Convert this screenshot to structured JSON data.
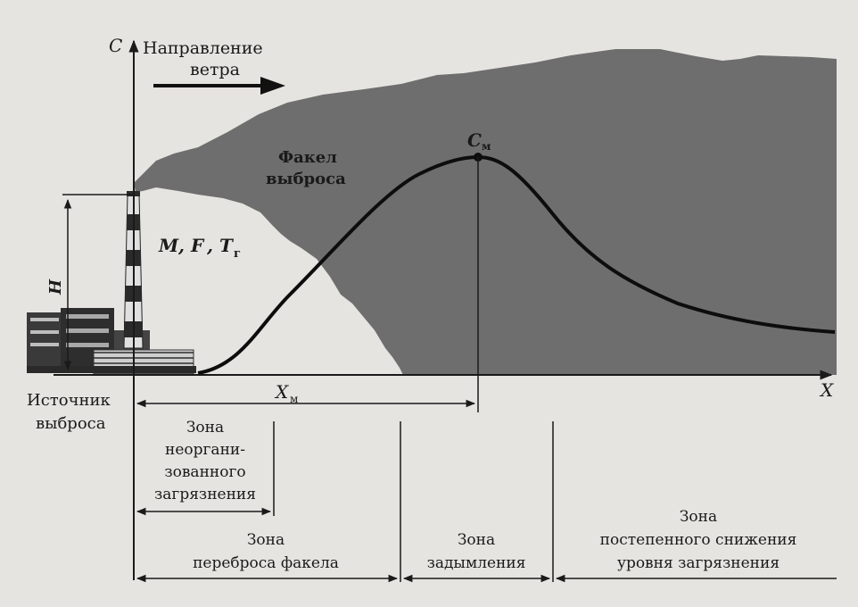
{
  "axes": {
    "y_label": "C",
    "x_label": "X"
  },
  "wind": {
    "line1": "Направление",
    "line2": "ветра"
  },
  "plume": {
    "line1": "Факел",
    "line2": "выброса"
  },
  "params": {
    "m": "M",
    "f": "F",
    "t": "T",
    "t_sub": "г"
  },
  "height_label": "H",
  "peak": {
    "label": "C",
    "sub": "м"
  },
  "distance": {
    "label": "X",
    "sub": "м"
  },
  "source": {
    "line1": "Источник",
    "line2": "выброса"
  },
  "zones": {
    "unorganized": [
      "Зона",
      "неоргани-",
      "зованного",
      "загрязнения"
    ],
    "transfer": [
      "Зона",
      "переброса факела"
    ],
    "smoke": [
      "Зона",
      "задымления"
    ],
    "decline": [
      "Зона",
      "постепенного снижения",
      "уровня загрязнения"
    ]
  },
  "colors": {
    "background": "#e6e4e0",
    "plume": "#6e6e6e",
    "curve": "#0d0d0d"
  }
}
